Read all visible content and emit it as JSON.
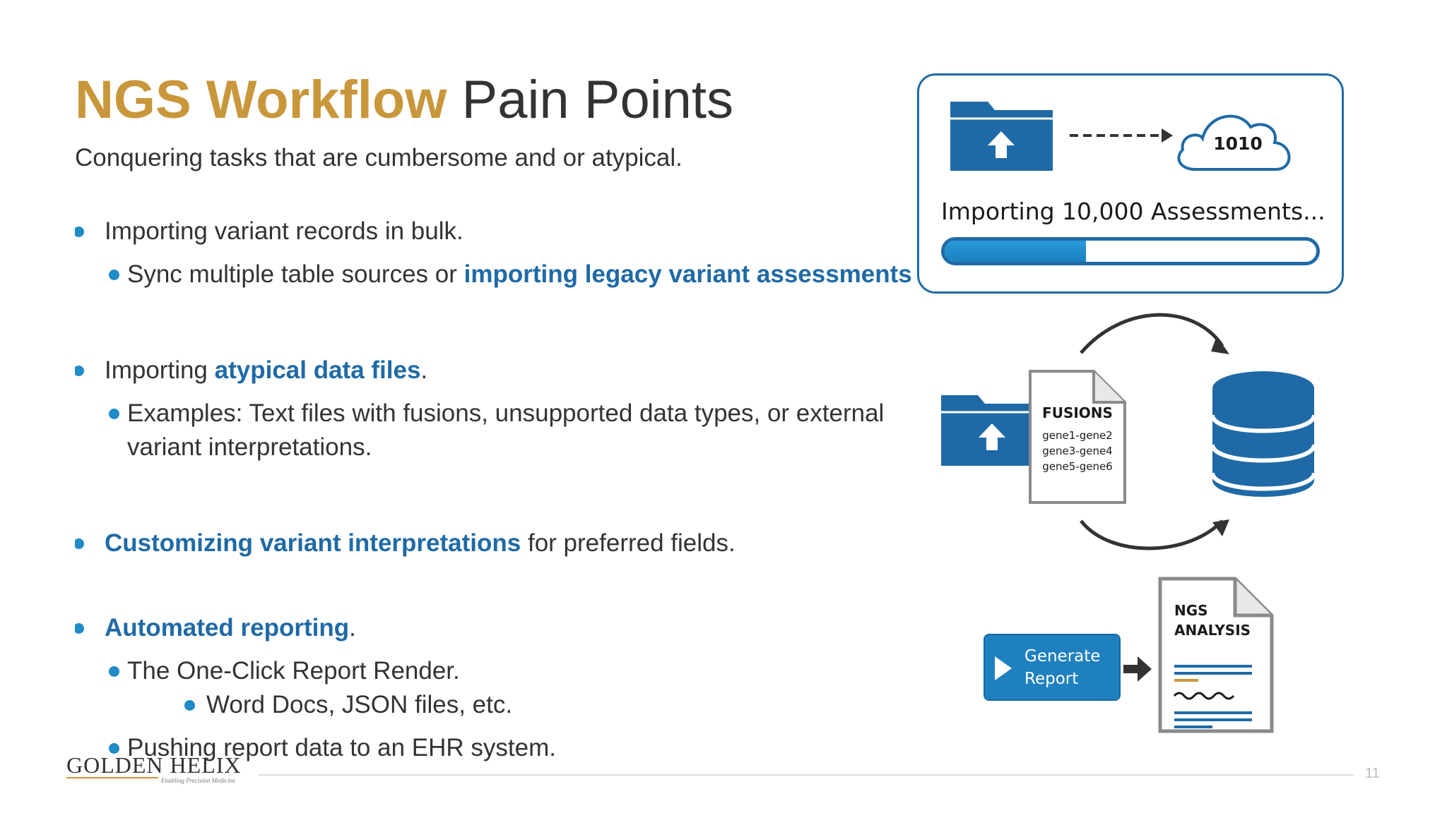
{
  "slide": {
    "title_accent": "NGS Workflow",
    "title_rest": "Pain Points",
    "subtitle": "Conquering tasks that are cumbersome and or atypical."
  },
  "bullets": {
    "b1": "Importing variant records in bulk.",
    "b1_sub_plain": "Sync multiple table sources or ",
    "b1_sub_hl": "importing legacy variant assessments",
    "b2_plain": "Importing ",
    "b2_hl": "atypical data files",
    "b2_end": ".",
    "b2_sub_line1": "Examples: Text files with fusions, unsupported data types, or external",
    "b2_sub_line2": "variant interpretations.",
    "b3_hl": "Customizing variant interpretations",
    "b3_rest": " for preferred fields.",
    "b4_hl": "Automated reporting",
    "b4_end": ".",
    "b4_sub1": "The One-Click Report Render.",
    "b4_sub1_sub": "Word Docs, JSON files, etc.",
    "b4_sub2": "Pushing report data to an EHR system."
  },
  "import_panel": {
    "cloud_label": "1010",
    "status": "Importing 10,000 Assessments...",
    "progress": 0.38
  },
  "fusion_doc": {
    "heading": "FUSIONS",
    "lines": [
      "gene1-gene2",
      "gene3-gene4",
      "gene5-gene6"
    ]
  },
  "report": {
    "button_line1": "Generate",
    "button_line2": "Report",
    "doc_line1": "NGS",
    "doc_line2": "ANALYSIS"
  },
  "footer": {
    "logo_text": "GOLDEN HELIX",
    "logo_tagline": "Enabling Precision Medicine",
    "page_number": "11"
  },
  "colors": {
    "accent_gold": "#c9973b",
    "link_blue": "#1f6aa6",
    "bullet_blue": "#1f8bc7",
    "icon_blue": "#1f6aa6"
  }
}
